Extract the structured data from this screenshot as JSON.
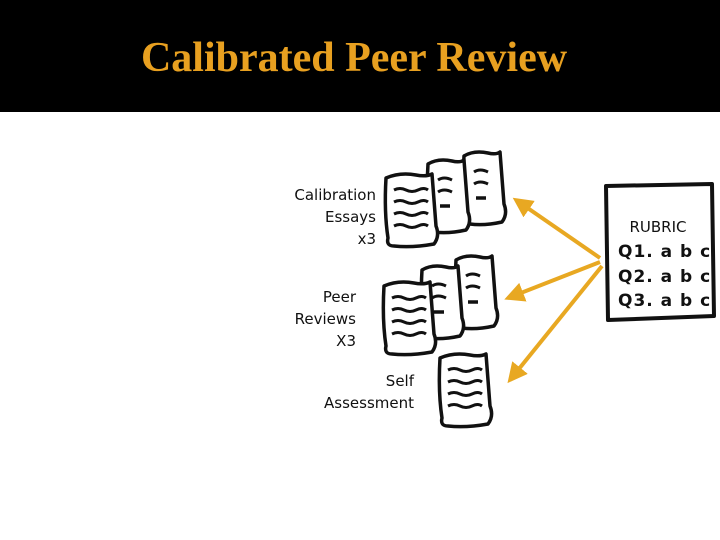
{
  "title": "Calibrated Peer Review",
  "colors": {
    "title": "#E8A020",
    "arrow": "#E8A822",
    "ink": "#111111",
    "bar": "#000000"
  },
  "groups": [
    {
      "id": "calibration",
      "label_lines": [
        "Calibration",
        "Essays",
        "x3"
      ]
    },
    {
      "id": "peer",
      "label_lines": [
        "Peer",
        "Reviews",
        "X3"
      ]
    },
    {
      "id": "self",
      "label_lines": [
        "Self",
        "Assessment"
      ]
    }
  ],
  "rubric": {
    "title": "RUBRIC",
    "lines": [
      "Q1. a b c",
      "Q2. a b c",
      "Q3. a b c"
    ]
  }
}
